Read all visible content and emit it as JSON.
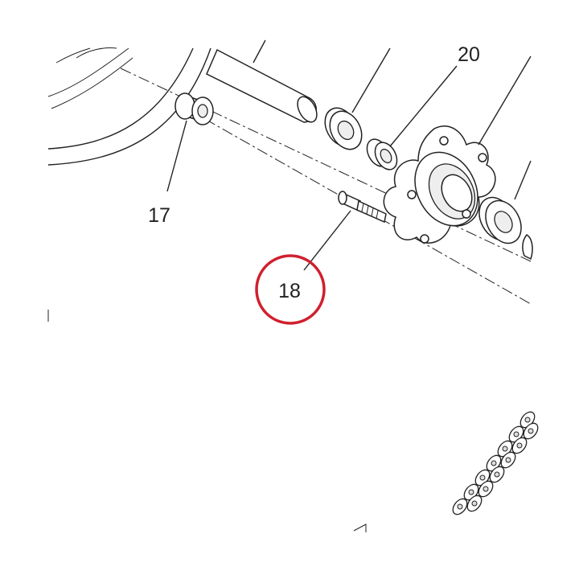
{
  "callouts": {
    "c17": "17",
    "c18": "18",
    "c20": "20"
  },
  "colors": {
    "highlight_ring": "#d0202e",
    "line": "#222222",
    "background": "#ffffff"
  },
  "highlighted_callout": "18"
}
